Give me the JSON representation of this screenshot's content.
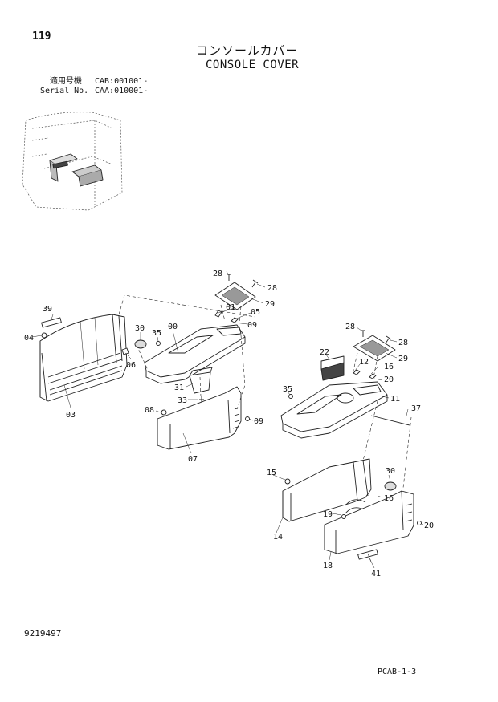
{
  "header": {
    "page_number": "119",
    "title_jp": "コンソールカバー",
    "title_en": "CONSOLE COVER"
  },
  "serial": {
    "label_jp": "適用号機",
    "label_en": "Serial No.",
    "cab": "CAB:001001-",
    "caa": "CAA:010001-"
  },
  "callouts": {
    "p00": "00",
    "p01": "01",
    "p03": "03",
    "p04": "04",
    "p05": "05",
    "p06": "06",
    "p07": "07",
    "p08": "08",
    "p09a": "09",
    "p09b": "09",
    "p11": "11",
    "p12": "12",
    "p14": "14",
    "p15": "15",
    "p16a": "16",
    "p16b": "16",
    "p18": "18",
    "p19": "19",
    "p20a": "20",
    "p20b": "20",
    "p22": "22",
    "p28a": "28",
    "p28b": "28",
    "p28c": "28",
    "p28d": "28",
    "p29a": "29",
    "p29b": "29",
    "p30a": "30",
    "p30b": "30",
    "p31": "31",
    "p33": "33",
    "p35a": "35",
    "p35b": "35",
    "p37": "37",
    "p39": "39",
    "p41": "41"
  },
  "footer": {
    "doc_number": "9219497",
    "page_code": "PCAB-1-3"
  }
}
